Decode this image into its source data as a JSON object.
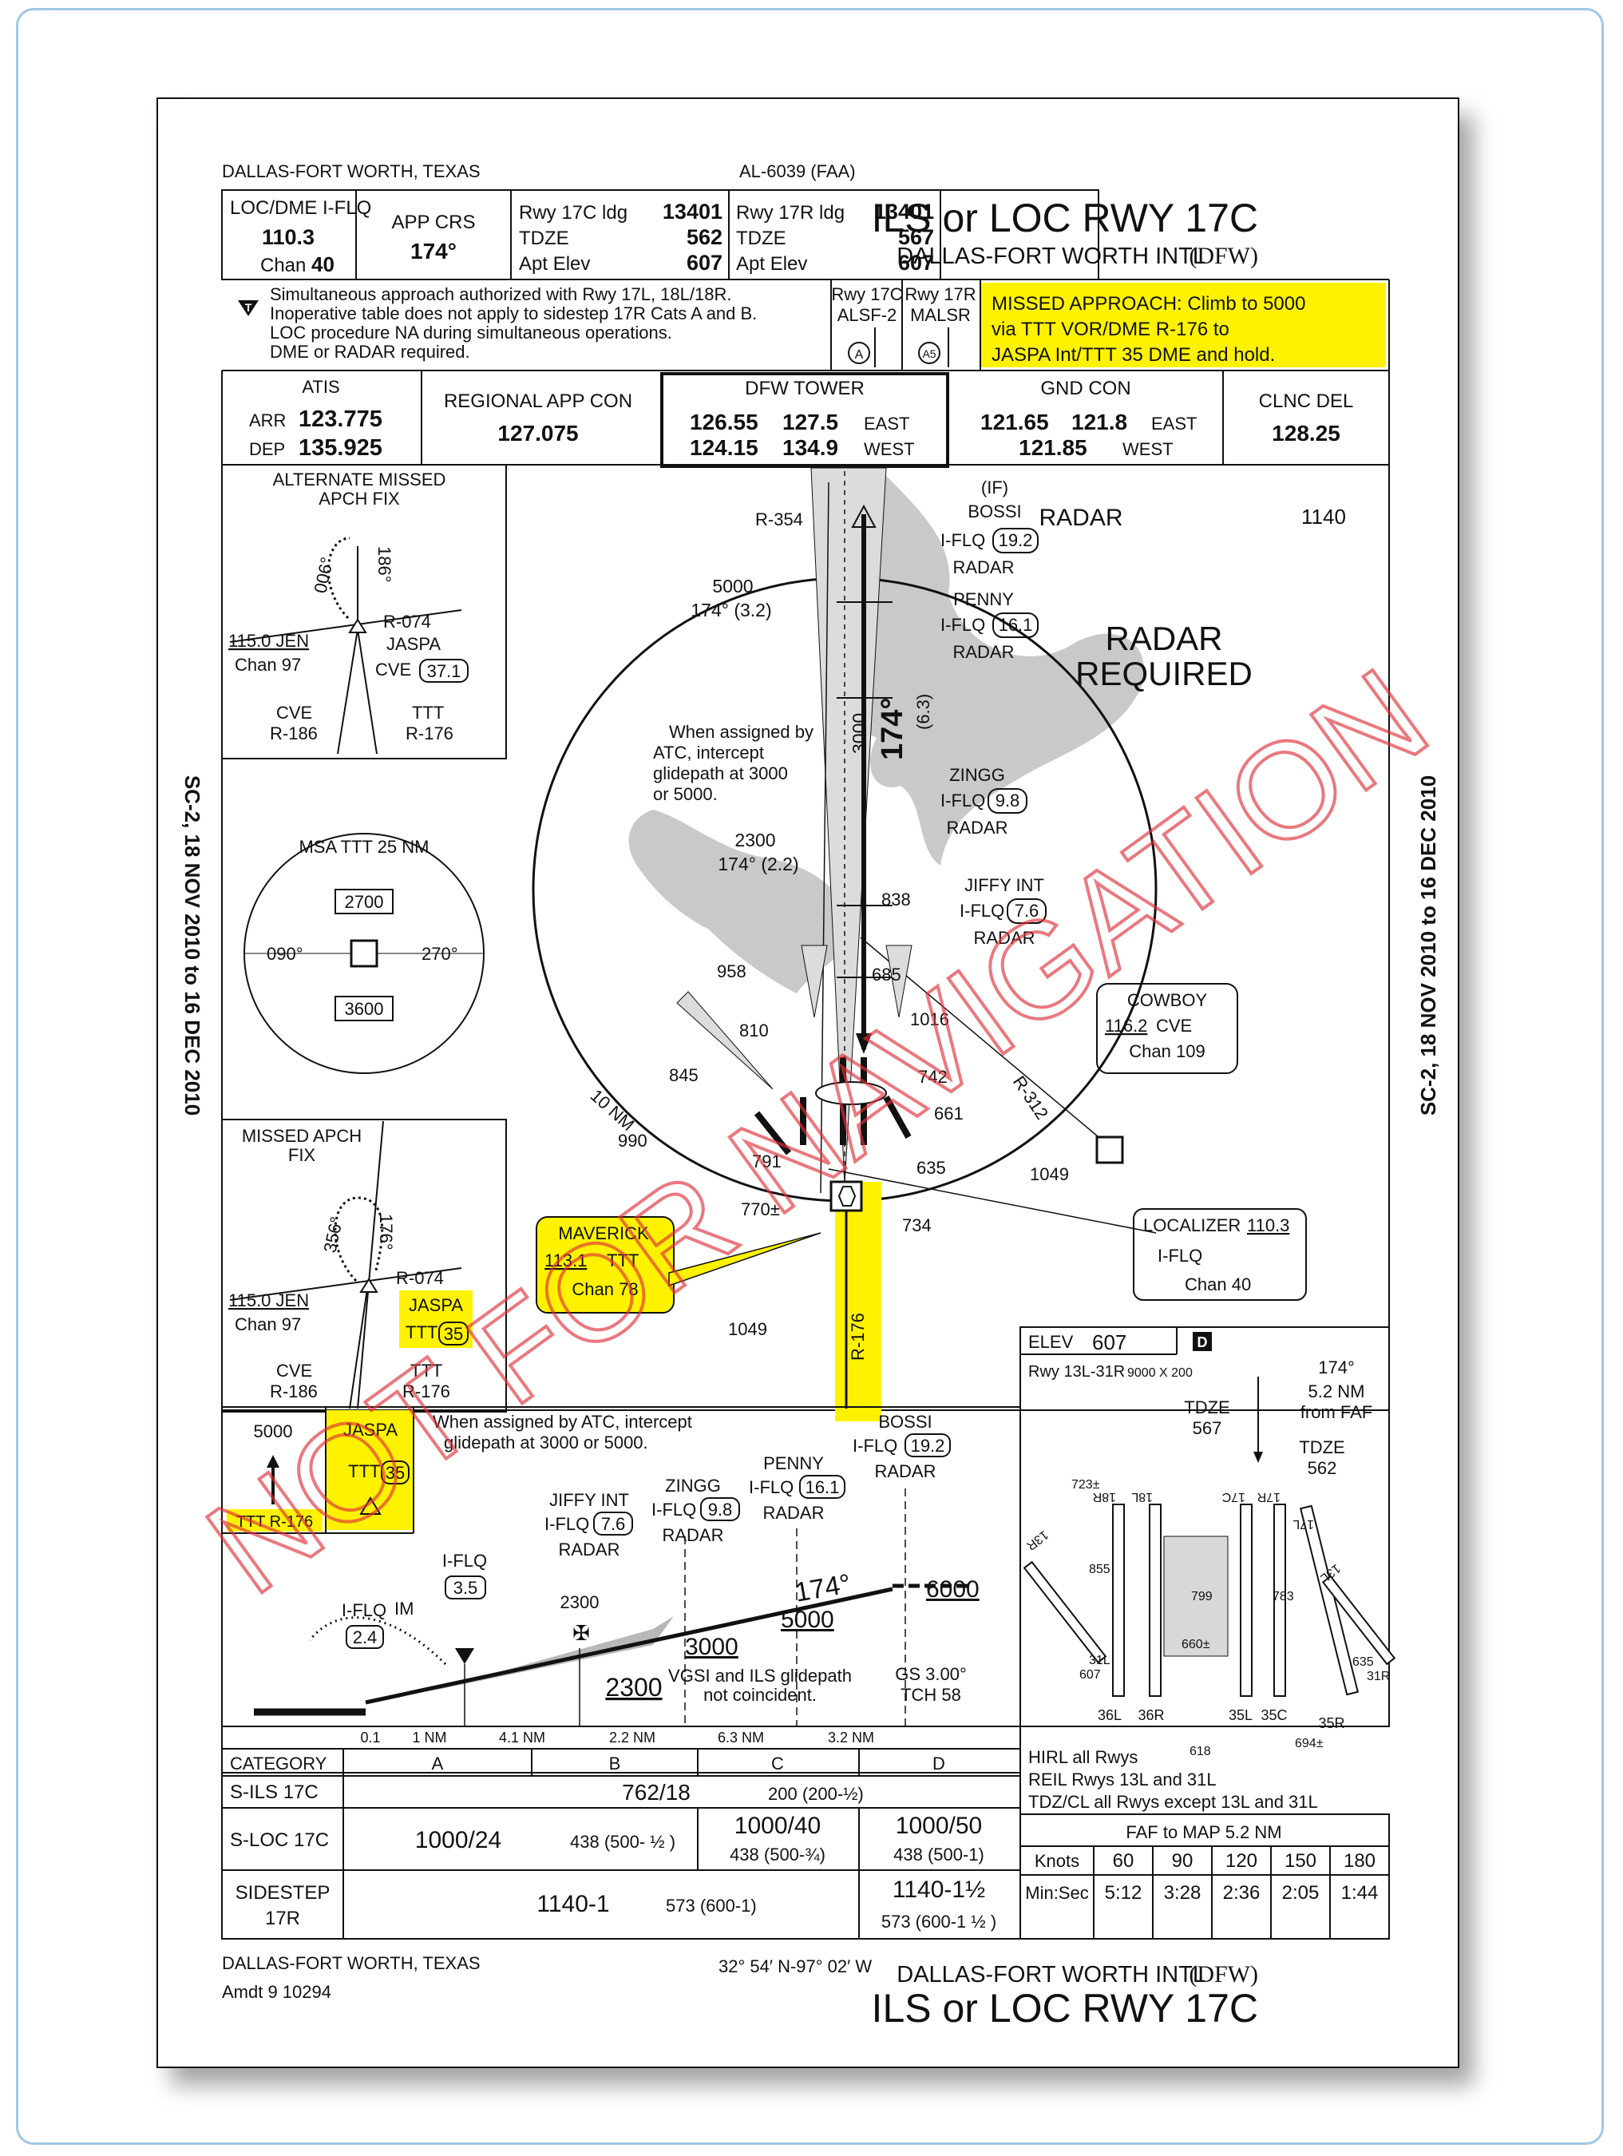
{
  "header": {
    "location": "DALLAS-FORT WORTH, TEXAS",
    "chart_id": "AL-6039 (FAA)",
    "title": "ILS or LOC RWY 17C",
    "airport": "DALLAS-FORT WORTH INTL",
    "airport_id": "(DFW)"
  },
  "briefing": {
    "loc_label": "LOC/DME I-FLQ",
    "loc_freq": "110.3",
    "loc_chan_label": "Chan",
    "loc_chan": "40",
    "app_crs_label": "APP CRS",
    "app_crs": "174°",
    "rwy17c_ldg_label": "Rwy 17C ldg",
    "rwy17c_ldg": "13401",
    "rwy17c_tdze_label": "TDZE",
    "rwy17c_tdze": "562",
    "rwy17c_elev_label": "Apt Elev",
    "rwy17c_elev": "607",
    "rwy17r_ldg_label": "Rwy 17R ldg",
    "rwy17r_ldg": "13401",
    "rwy17r_tdze_label": "TDZE",
    "rwy17r_tdze": "567",
    "rwy17r_elev_label": "Apt Elev",
    "rwy17r_elev": "607"
  },
  "notes": {
    "line1": "Simultaneous approach authorized with Rwy 17L, 18L/18R.",
    "line2": "Inoperative table does not apply to sidestep 17R Cats A and B.",
    "line3": "LOC procedure NA during simultaneous operations.",
    "line4": "DME or RADAR required.",
    "alsf_rwy": "Rwy 17C",
    "alsf_type": "ALSF-2",
    "alsf_sym": "A",
    "malsr_rwy": "Rwy 17R",
    "malsr_type": "MALSR",
    "malsr_sym": "A5"
  },
  "missed_approach": {
    "line1": "MISSED APPROACH:  Climb to 5000",
    "line2": "via TTT VOR/DME R-176 to",
    "line3": "JASPA Int/TTT 35 DME and hold."
  },
  "comms": {
    "atis_label": "ATIS",
    "arr_label": "ARR",
    "arr_freq": "123.775",
    "dep_label": "DEP",
    "dep_freq": "135.925",
    "app_label": "REGIONAL APP CON",
    "app_freq": "127.075",
    "tower_label": "DFW TOWER",
    "tower_e1": "126.55",
    "tower_e2": "127.5",
    "tower_east": "EAST",
    "tower_w1": "124.15",
    "tower_w2": "134.9",
    "tower_west": "WEST",
    "gnd_label": "GND CON",
    "gnd_e1": "121.65",
    "gnd_e2": "121.8",
    "gnd_east": "EAST",
    "gnd_w1": "121.85",
    "gnd_west": "WEST",
    "clnc_label": "CLNC DEL",
    "clnc_freq": "128.25"
  },
  "plan": {
    "radar_req1": "RADAR",
    "radar_req2": "REQUIRED",
    "if_label": "(IF)",
    "bossi": "BOSSI",
    "bossi_dme_id": "I-FLQ",
    "bossi_dme": "19.2",
    "bossi_radar": "RADAR",
    "penny": "PENNY",
    "penny_dme_id": "I-FLQ",
    "penny_dme": "16.1",
    "penny_radar": "RADAR",
    "zingg": "ZINGG",
    "zingg_dme_id": "I-FLQ",
    "zingg_dme": "9.8",
    "zingg_radar": "RADAR",
    "jiffy": "JIFFY INT",
    "jiffy_dme_id": "I-FLQ",
    "jiffy_dme": "7.6",
    "jiffy_radar": "RADAR",
    "r354": "R-354",
    "r312": "R-312",
    "r176": "R-176",
    "alt5000": "5000",
    "alt5000_crs": "174°  (3.2)",
    "alt2300": "2300",
    "alt2300_crs": "174°  (2.2)",
    "alt3000": "3000",
    "course": "174°",
    "dist63": "(6.3)",
    "assign1": "When assigned by",
    "assign2": "ATC, intercept",
    "assign3": "glidepath at 3000",
    "assign4": "or 5000.",
    "ring": "10 NM",
    "obs": [
      "1140",
      "838",
      "958",
      "685",
      "810",
      "1016",
      "742",
      "845",
      "661",
      "990",
      "791",
      "635",
      "1049",
      "770±",
      "734",
      "1049"
    ],
    "cowboy_name": "COWBOY",
    "cowboy_freq": "116.2",
    "cowboy_id": "CVE",
    "cowboy_chan": "Chan 109",
    "loc_name": "LOCALIZER",
    "loc_freq": "110.3",
    "loc_id": "I-FLQ",
    "loc_chan": "Chan  40",
    "maverick_name": "MAVERICK",
    "maverick_freq": "113.1",
    "maverick_id": "TTT",
    "maverick_chan": "Chan 78"
  },
  "alt_missed": {
    "title1": "ALTERNATE MISSED",
    "title2": "APCH FIX",
    "in_crs": "006°",
    "out_crs": "186°",
    "r074": "R-074",
    "jen": "115.0 JEN",
    "jen_chan": "Chan 97",
    "jaspa": "JASPA",
    "cve": "CVE",
    "cve_dme": "37.1",
    "cve_r": "CVE",
    "cve_r186": "R-186",
    "ttt": "TTT",
    "ttt_r176": "R-176"
  },
  "msa": {
    "title": "MSA TTT 25 NM",
    "n": "2700",
    "s": "3600",
    "w": "090°",
    "e": "270°"
  },
  "missed_fix": {
    "title1": "MISSED APCH",
    "title2": "FIX",
    "in_crs": "356°",
    "out_crs": "176°",
    "r074": "R-074",
    "jen": "115.0 JEN",
    "jen_chan": "Chan 97",
    "jaspa": "JASPA",
    "ttt": "TTT",
    "ttt_dme": "35",
    "cve": "CVE",
    "cve_r186": "R-186",
    "tttl": "TTT",
    "ttt_r176": "R-176"
  },
  "airport_diagram": {
    "elev_label": "ELEV",
    "elev": "607",
    "d_sym": "D",
    "rwy_dims": "Rwy 13L-31R",
    "rwy_dims_small": "9000 X 200",
    "crs": "174°",
    "faf_dist": "5.2 NM",
    "faf_from": "from FAF",
    "tdze1_label": "TDZE",
    "tdze1": "567",
    "tdze2_label": "TDZE",
    "tdze2": "562",
    "rwys": [
      "18R",
      "18L",
      "17C",
      "17R",
      "17L",
      "13R",
      "13L",
      "31L",
      "31R",
      "36L",
      "36R",
      "35L",
      "35C",
      "35R"
    ],
    "elevs": [
      "723±",
      "855",
      "799",
      "783",
      "660±",
      "607",
      "635",
      "618",
      "694±"
    ],
    "lighting1": "HIRL all Rwys",
    "lighting2": "REIL Rwys 13L and 31L",
    "lighting3": "TDZ/CL all Rwys except 13L and 31L"
  },
  "timing": {
    "title": "FAF to MAP  5.2 NM",
    "knots_label": "Knots",
    "time_label": "Min:Sec",
    "knots": [
      "60",
      "90",
      "120",
      "150",
      "180"
    ],
    "times": [
      "5:12",
      "3:28",
      "2:36",
      "2:05",
      "1:44"
    ]
  },
  "profile": {
    "hold_alt": "5000",
    "hold_fix": "JASPA",
    "hold_ttt": "TTT",
    "hold_dme": "35",
    "ttt_r176": "TTT R-176",
    "note1": "When assigned by ATC, intercept",
    "note2": "glidepath at 3000 or 5000.",
    "bossi": "BOSSI",
    "bossi_id": "I-FLQ",
    "bossi_dme": "19.2",
    "bossi_radar": "RADAR",
    "penny": "PENNY",
    "penny_id": "I-FLQ",
    "penny_dme": "16.1",
    "penny_radar": "RADAR",
    "zingg": "ZINGG",
    "zingg_id": "I-FLQ",
    "zingg_dme": "9.8",
    "zingg_radar": "RADAR",
    "jiffy": "JIFFY INT",
    "jiffy_id": "I-FLQ",
    "jiffy_dme": "7.6",
    "jiffy_radar": "RADAR",
    "flq35_id": "I-FLQ",
    "flq35": "3.5",
    "flq24_id": "I-FLQ",
    "flq24": "2.4",
    "im": "IM",
    "alt2300": "2300",
    "alt2300b": "2300",
    "alt3000": "3000",
    "alt5000": "5000",
    "alt6000": "6000",
    "crs": "174°",
    "vgsi1": "VGSI and ILS glidepath",
    "vgsi2": "not coincident.",
    "gs": "GS 3.00°",
    "tch": "TCH 58",
    "dists": [
      "0.1",
      "1 NM",
      "4.1 NM",
      "2.2 NM",
      "6.3 NM",
      "3.2 NM"
    ]
  },
  "minimums": {
    "category_label": "CATEGORY",
    "cats": [
      "A",
      "B",
      "C",
      "D"
    ],
    "sils_label": "S-ILS  17C",
    "sils_min": "762/18",
    "sils_haa": "200 (200-½)",
    "sloc_label": "S-LOC  17C",
    "sloc_ab": "1000/24",
    "sloc_ab_haa": "438 (500- ½ )",
    "sloc_c": "1000/40",
    "sloc_c_haa": "438 (500-¾)",
    "sloc_d": "1000/50",
    "sloc_d_haa": "438 (500-1)",
    "side_label1": "SIDESTEP",
    "side_label2": "17R",
    "side_abc": "1140-1",
    "side_abc_haa": "573 (600-1)",
    "side_d": "1140-1½",
    "side_d_haa": "573 (600-1 ½ )"
  },
  "footer": {
    "location": "DALLAS-FORT WORTH, TEXAS",
    "amdt": "Amdt 9  10294",
    "coords": "32° 54′ N-97° 02′ W",
    "airport": "DALLAS-FORT WORTH INTL",
    "airport_id": "(DFW)",
    "title": "ILS or LOC RWY 17C"
  },
  "side_text": {
    "left": "SC-2, 18 NOV 2010 to 16 DEC 2010",
    "right": "SC-2, 18 NOV 2010 to 16 DEC 2010"
  },
  "watermark": "NOT FOR NAVIGATION",
  "colors": {
    "highlight": "#fff200",
    "watermark": "#e0313a",
    "frame": "#9fc8e6"
  }
}
